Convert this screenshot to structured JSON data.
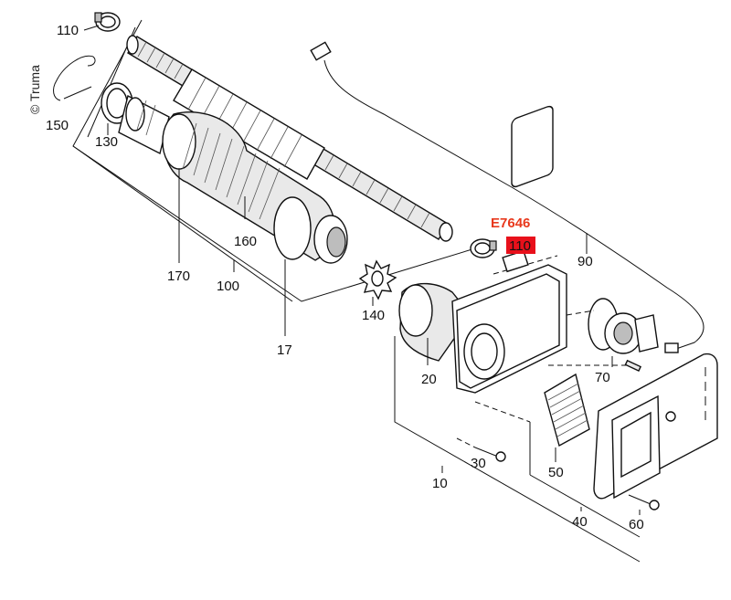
{
  "copyright": "© Truma",
  "highlight": {
    "code": "E7646",
    "code_color": "#e8391d",
    "box_color": "#e8101b"
  },
  "parts": {
    "p110_top": "110",
    "p150": "150",
    "p130": "130",
    "p170": "170",
    "p160": "160",
    "p100": "100",
    "p17": "17",
    "p140": "140",
    "p110_hl": "110",
    "p90": "90",
    "p20": "20",
    "p70": "70",
    "p30": "30",
    "p10": "10",
    "p50": "50",
    "p40": "40",
    "p60": "60"
  }
}
